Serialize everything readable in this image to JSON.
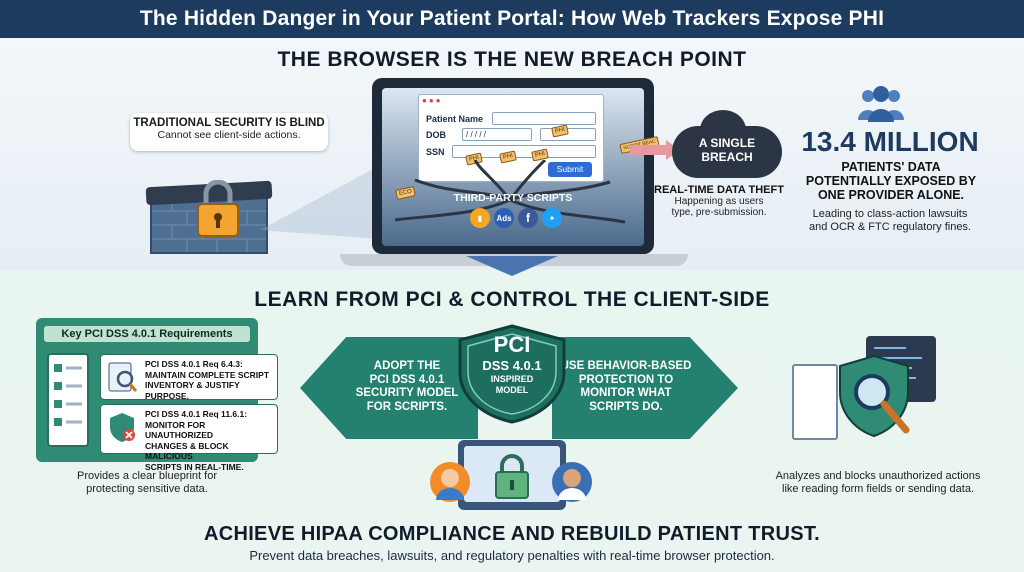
{
  "header": {
    "title": "The Hidden Danger in Your Patient Portal: How Web Trackers Expose PHI"
  },
  "section1": {
    "heading": "THE BROWSER IS THE NEW BREACH POINT",
    "bubble": {
      "title": "TRADITIONAL SECURITY IS BLIND",
      "text": "Cannot see client-side actions."
    },
    "form": {
      "patient_name": "Patient Name",
      "dob": "DOB",
      "dob_value": "/ / /   / /",
      "ssn": "SSN",
      "submit": "Submit"
    },
    "scripts_label": "THIRD-PARTY SCRIPTS",
    "logos": [
      "Ads"
    ],
    "tags": [
      "PHI",
      "PHI",
      "SCRIPT BEAC",
      "PHI",
      "PHI",
      "ECO"
    ],
    "cloud": {
      "line1": "A SINGLE",
      "line2": "BREACH"
    },
    "realtime": {
      "title": "REAL-TIME DATA THEFT",
      "line1": "Happening as users",
      "line2": "type, pre-submission."
    },
    "stat": {
      "value": "13.4 MILLION",
      "line1": "PATIENTS' DATA",
      "line2": "POTENTIALLY EXPOSED BY",
      "line3": "ONE PROVIDER ALONE.",
      "note1": "Leading to class-action lawsuits",
      "note2": "and OCR & FTC regulatory fines."
    }
  },
  "section2": {
    "heading": "LEARN FROM PCI & CONTROL THE CLIENT-SIDE",
    "board_title": "Key PCI DSS 4.0.1 Requirements",
    "req1": {
      "line1": "PCI DSS 4.0.1 Req 6.4.3:",
      "line2": "MAINTAIN COMPLETE SCRIPT",
      "line3": "INVENTORY & JUSTIFY PURPOSE."
    },
    "req2": {
      "line1": "PCI DSS 4.0.1 Req 11.6.1:",
      "line2": "MONITOR FOR UNAUTHORIZED",
      "line3": "CHANGES & BLOCK MALICIOUS",
      "line4": "SCRIPTS IN REAL-TIME."
    },
    "board_note": {
      "line1": "Provides a clear blueprint for",
      "line2": "protecting sensitive data."
    },
    "left_arrow": {
      "line1": "ADOPT THE",
      "line2": "PCI DSS 4.0.1",
      "line3": "SECURITY MODEL",
      "line4": "FOR SCRIPTS."
    },
    "shield": {
      "line1": "PCI",
      "line2": "DSS 4.0.1",
      "line3": "INSPIRED",
      "line4": "MODEL"
    },
    "right_arrow": {
      "line1": "USE BEHAVIOR-BASED",
      "line2": "PROTECTION TO",
      "line3": "MONITOR WHAT",
      "line4": "SCRIPTS DO."
    },
    "right_note": {
      "line1": "Analyzes and blocks unauthorized actions",
      "line2": "like reading form fields or sending data."
    }
  },
  "section3": {
    "heading": "ACHIEVE HIPAA COMPLIANCE AND REBUILD PATIENT TRUST.",
    "sub": "Prevent data breaches, lawsuits, and regulatory penalties with real-time browser protection."
  },
  "colors": {
    "navy": "#1d3b5e",
    "teal": "#24806f",
    "green": "#2f8b73",
    "accent_blue": "#2d6cd6"
  }
}
